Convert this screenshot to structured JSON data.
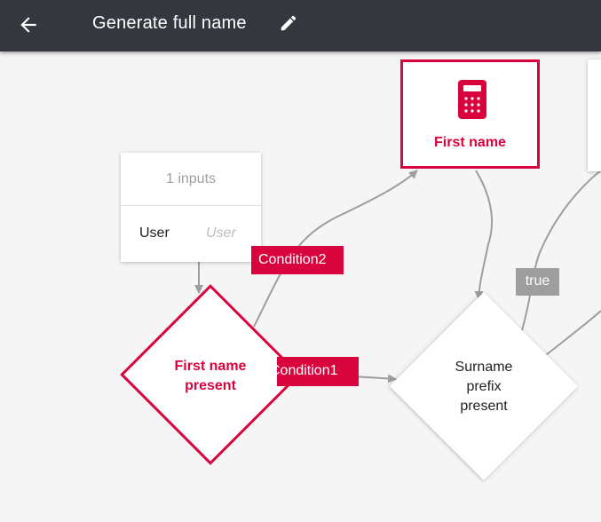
{
  "header": {
    "title": "Generate full name",
    "back_icon": "arrow-left-icon",
    "edit_icon": "pencil-icon"
  },
  "inputs_node": {
    "header": "1 inputs",
    "rows": [
      {
        "name": "User",
        "type": "User"
      }
    ]
  },
  "calculation_node": {
    "icon": "calculator-icon",
    "label": "First name"
  },
  "decision_nodes": [
    {
      "label_line1": "First name",
      "label_line2": "present",
      "style": "selected"
    },
    {
      "label_line1": "Surname",
      "label_line2": "prefix",
      "label_line3": "present",
      "style": "default"
    }
  ],
  "edge_labels": {
    "condition2": "Condition2",
    "condition1": "Condition1",
    "true_label": "true"
  },
  "colors": {
    "accent": "#d9043d",
    "toolbar": "#34373e",
    "canvas": "#f5f5f5",
    "edge": "#9e9e9e"
  }
}
